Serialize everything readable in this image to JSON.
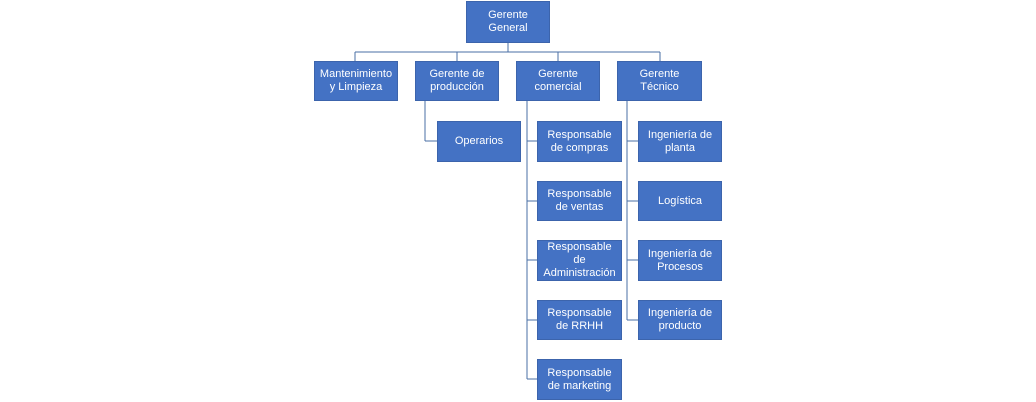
{
  "org_chart": {
    "root": {
      "label": "Gerente General"
    },
    "managers": [
      {
        "label": "Mantenimiento y Limpieza"
      },
      {
        "label": "Gerente de producción"
      },
      {
        "label": "Gerente comercial"
      },
      {
        "label": "Gerente Técnico"
      }
    ],
    "produccion_children": [
      {
        "label": "Operarios"
      }
    ],
    "comercial_children": [
      {
        "label": "Responsable de compras"
      },
      {
        "label": "Responsable de ventas"
      },
      {
        "label": "Responsable de Administración"
      },
      {
        "label": "Responsable de RRHH"
      },
      {
        "label": "Responsable de marketing"
      }
    ],
    "tecnico_children": [
      {
        "label": "Ingeniería de planta"
      },
      {
        "label": "Logística"
      },
      {
        "label": "Ingeniería de Procesos"
      },
      {
        "label": "Ingeniería de producto"
      }
    ]
  }
}
